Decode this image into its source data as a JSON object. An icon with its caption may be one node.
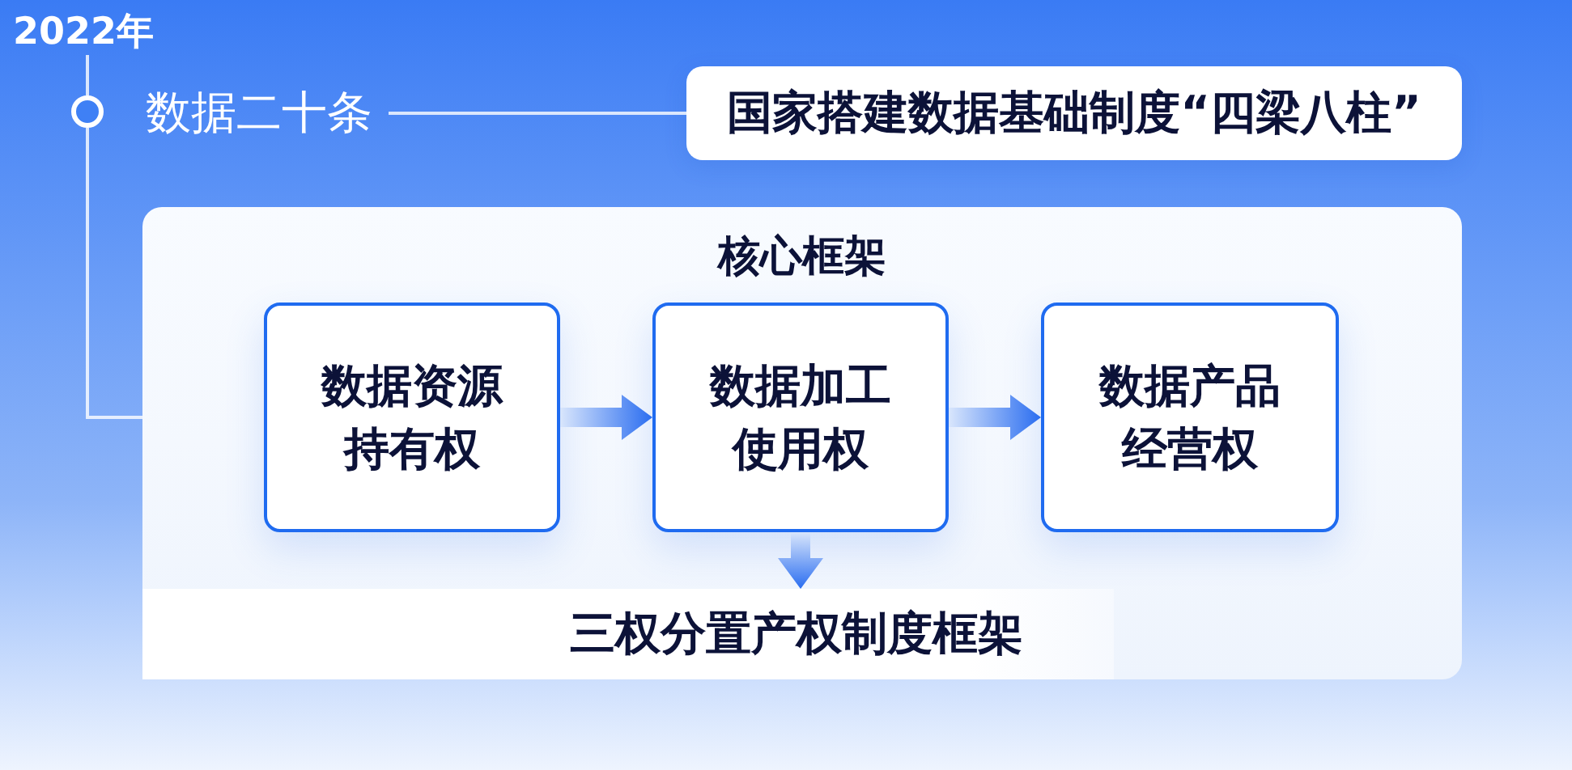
{
  "diagram": {
    "nodes": [
      {
        "text": [
          "2022年"
        ]
      },
      {
        "text": [],
        "shape": "circle"
      },
      {
        "text": [
          "数据二十条"
        ]
      },
      {
        "text": [
          "国家搭建数据基础制度“四梁八柱”"
        ]
      },
      {
        "text": [
          "核心框架"
        ]
      },
      {
        "text": [
          "数据资源持有权"
        ],
        "in": 4
      },
      {
        "text": [
          "数据加工使用权"
        ],
        "in": 4
      },
      {
        "text": [
          "数据产品经营权"
        ],
        "in": 4
      },
      {
        "text": [
          "三权分置产权制度框架"
        ],
        "in": 4
      }
    ],
    "edges": [
      {
        "from": 0,
        "to": 1,
        "arrow": "none"
      },
      {
        "from": 1,
        "to": 4,
        "arrow": "none"
      },
      {
        "from": 2,
        "to": 3,
        "arrow": "none"
      },
      {
        "from": 5,
        "to": 6,
        "arrow": "to",
        "style": "thick",
        "color": "#2a6df0"
      },
      {
        "from": 6,
        "to": 7,
        "arrow": "to",
        "style": "thick",
        "color": "#2a6df0"
      },
      {
        "from": 6,
        "to": 8,
        "arrow": "to",
        "style": "thick",
        "color": "#2a6df0"
      }
    ]
  }
}
